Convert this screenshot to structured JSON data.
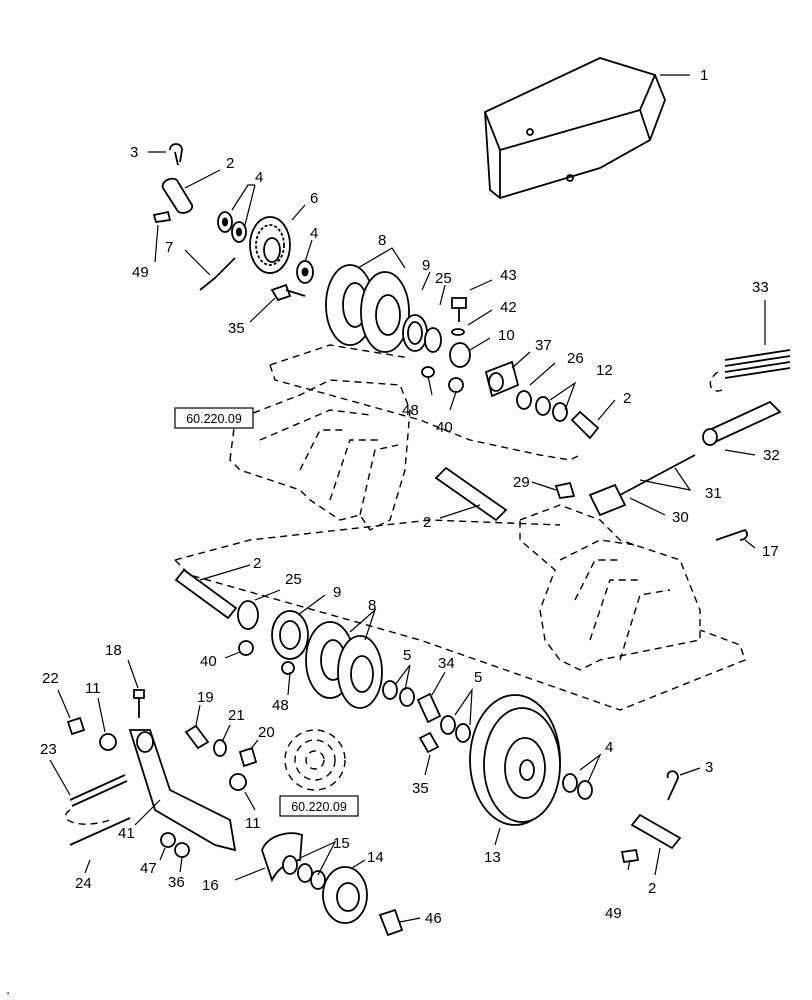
{
  "callouts": [
    {
      "id": "c1",
      "text": "1"
    },
    {
      "id": "c2a",
      "text": "2"
    },
    {
      "id": "c3a",
      "text": "3"
    },
    {
      "id": "c4a",
      "text": "4"
    },
    {
      "id": "c6",
      "text": "6"
    },
    {
      "id": "c49a",
      "text": "49"
    },
    {
      "id": "c7",
      "text": "7"
    },
    {
      "id": "c4b",
      "text": "4"
    },
    {
      "id": "c8a",
      "text": "8"
    },
    {
      "id": "c9a",
      "text": "9"
    },
    {
      "id": "c25a",
      "text": "25"
    },
    {
      "id": "c43",
      "text": "43"
    },
    {
      "id": "c42",
      "text": "42"
    },
    {
      "id": "c10",
      "text": "10"
    },
    {
      "id": "c37",
      "text": "37"
    },
    {
      "id": "c26",
      "text": "26"
    },
    {
      "id": "c12",
      "text": "12"
    },
    {
      "id": "c2b",
      "text": "2"
    },
    {
      "id": "c35a",
      "text": "35"
    },
    {
      "id": "c48a",
      "text": "48"
    },
    {
      "id": "c40a",
      "text": "40"
    },
    {
      "id": "c33",
      "text": "33"
    },
    {
      "id": "c32",
      "text": "32"
    },
    {
      "id": "c29",
      "text": "29"
    },
    {
      "id": "c31",
      "text": "31"
    },
    {
      "id": "c30",
      "text": "30"
    },
    {
      "id": "c2c",
      "text": "2"
    },
    {
      "id": "c17",
      "text": "17"
    },
    {
      "id": "c2d",
      "text": "2"
    },
    {
      "id": "c25b",
      "text": "25"
    },
    {
      "id": "c9b",
      "text": "9"
    },
    {
      "id": "c8b",
      "text": "8"
    },
    {
      "id": "c5a",
      "text": "5"
    },
    {
      "id": "c34",
      "text": "34"
    },
    {
      "id": "c5b",
      "text": "5"
    },
    {
      "id": "c40b",
      "text": "40"
    },
    {
      "id": "c48b",
      "text": "48"
    },
    {
      "id": "c18",
      "text": "18"
    },
    {
      "id": "c22",
      "text": "22"
    },
    {
      "id": "c11a",
      "text": "11"
    },
    {
      "id": "c19",
      "text": "19"
    },
    {
      "id": "c21",
      "text": "21"
    },
    {
      "id": "c20",
      "text": "20"
    },
    {
      "id": "c23",
      "text": "23"
    },
    {
      "id": "c35b",
      "text": "35"
    },
    {
      "id": "c4c",
      "text": "4"
    },
    {
      "id": "c3b",
      "text": "3"
    },
    {
      "id": "c11b",
      "text": "11"
    },
    {
      "id": "c41",
      "text": "41"
    },
    {
      "id": "c13",
      "text": "13"
    },
    {
      "id": "c15",
      "text": "15"
    },
    {
      "id": "c14",
      "text": "14"
    },
    {
      "id": "c24",
      "text": "24"
    },
    {
      "id": "c47",
      "text": "47"
    },
    {
      "id": "c36",
      "text": "36"
    },
    {
      "id": "c16",
      "text": "16"
    },
    {
      "id": "c46",
      "text": "46"
    },
    {
      "id": "c49b",
      "text": "49"
    },
    {
      "id": "c2e",
      "text": "2"
    }
  ],
  "references": [
    {
      "id": "ref1",
      "text": "60.220.09"
    },
    {
      "id": "ref2",
      "text": "60.220.09"
    }
  ],
  "footer_mark": "."
}
